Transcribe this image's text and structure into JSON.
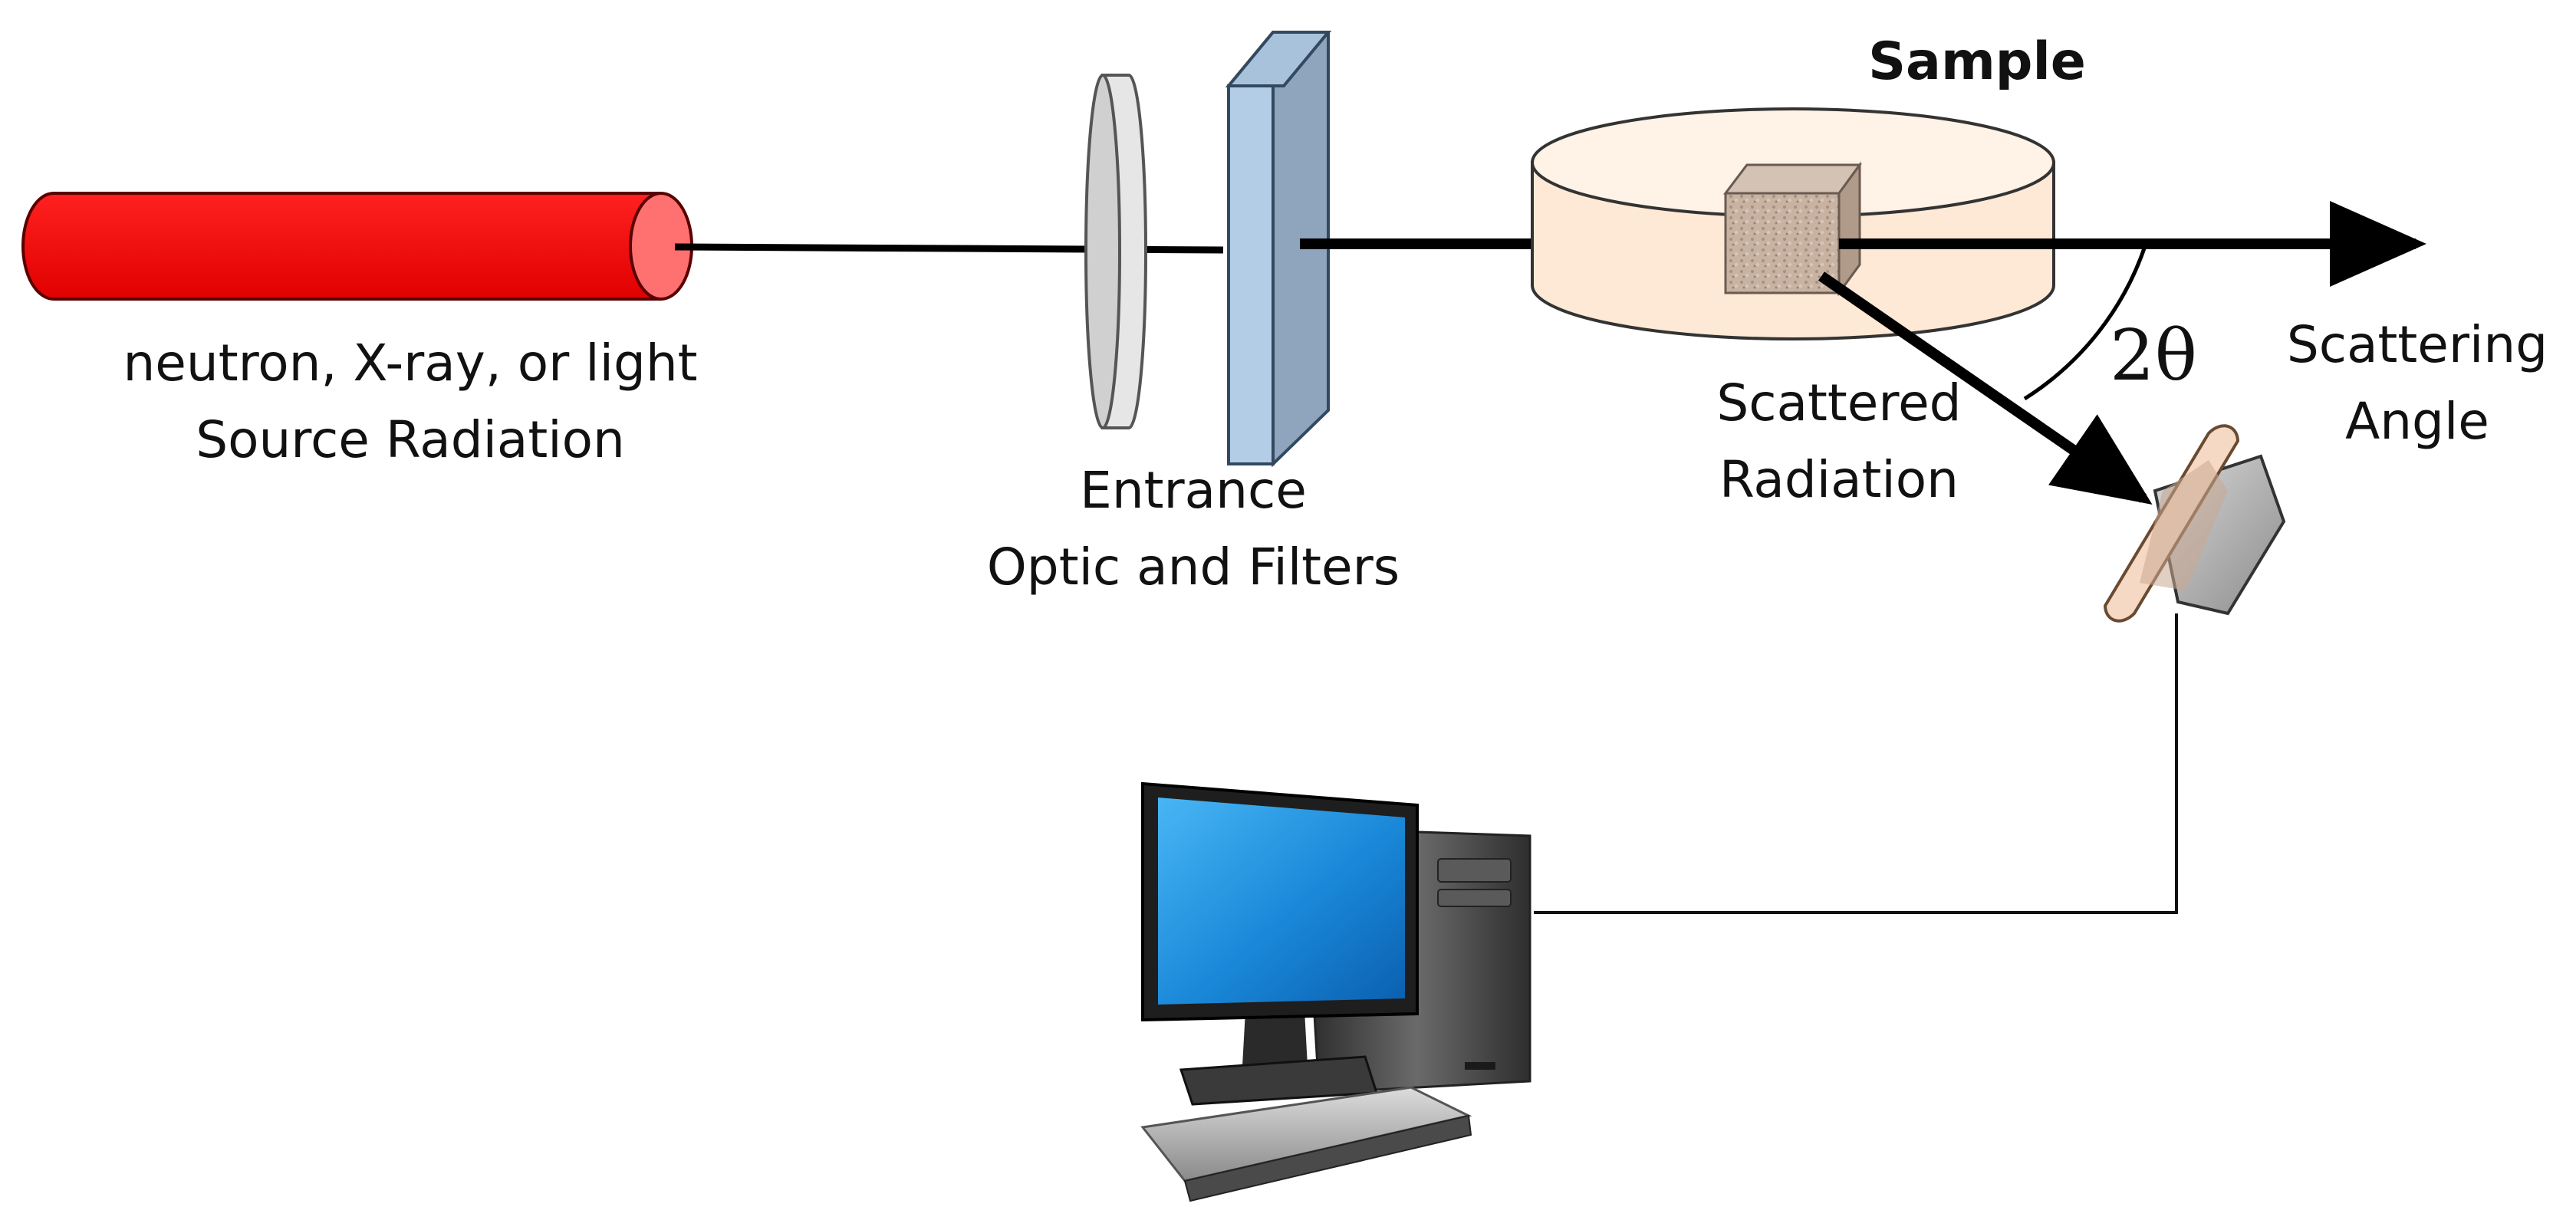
{
  "diagram": {
    "source": {
      "line1": "neutron, X-ray, or light",
      "line2": "Source Radiation"
    },
    "entrance": {
      "line1": "Entrance",
      "line2": "Optic and Filters"
    },
    "sample": {
      "title": "Sample"
    },
    "scattered": {
      "line1": "Scattered",
      "line2": "Radiation"
    },
    "angle": {
      "symbol": "2θ",
      "line1": "Scattering",
      "line2": "Angle"
    }
  },
  "colors": {
    "source_body": "#ff0000",
    "source_face": "#ff7070",
    "lens": "#d9d9d9",
    "filter_front": "#b4cde6",
    "filter_side": "#8ea5bd",
    "sample_dish": "#fde9d6",
    "beam": "#000000",
    "monitor_screen": "#1a88d8",
    "detector_ring": "#f6d9c4"
  },
  "icons": [
    "source-cylinder",
    "lens-disc",
    "filter-slab",
    "sample-dish",
    "sample-cube",
    "detector-icon",
    "computer-icon"
  ]
}
